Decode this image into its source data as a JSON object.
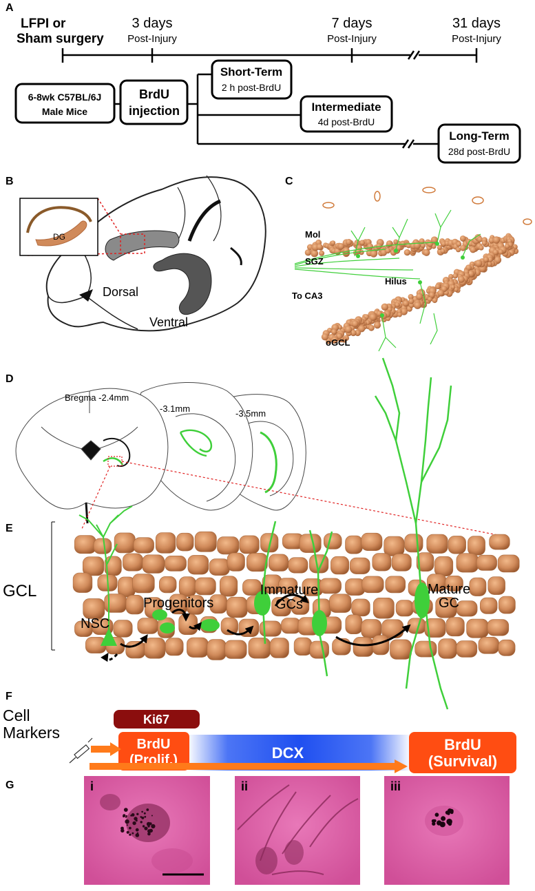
{
  "panels": {
    "a": "A",
    "b": "B",
    "c": "C",
    "d": "D",
    "e": "E",
    "f": "F",
    "g": "G"
  },
  "timeline": {
    "start_label_1": "LFPI or",
    "start_label_2": "Sham surgery",
    "day3": "3 days",
    "day3_sub": "Post-Injury",
    "day7": "7 days",
    "day7_sub": "Post-Injury",
    "day31": "31 days",
    "day31_sub": "Post-Injury",
    "mice_1": "6-8wk C57BL/6J",
    "mice_2": "Male Mice",
    "brdu_1": "BrdU",
    "brdu_2": "injection",
    "short": "Short-Term",
    "short_sub": "2 h post-BrdU",
    "intermediate": "Intermediate",
    "intermediate_sub": "4d post-BrdU",
    "long": "Long-Term",
    "long_sub": "28d post-BrdU"
  },
  "brain_b": {
    "dg": "DG",
    "dorsal": "Dorsal",
    "ventral": "Ventral"
  },
  "hippocampus_c": {
    "mol": "Mol",
    "sgz": "SGZ",
    "hilus": "Hilus",
    "ca3": "To CA3",
    "ogcl": "oGCL"
  },
  "sections_d": {
    "s1": "Bregma -2.4mm",
    "s2": "-3.1mm",
    "s3": "-3.5mm"
  },
  "gcl_e": {
    "gcl": "GCL",
    "nsc": "NSC",
    "progenitors": "Progenitors",
    "immature_1": "Immature",
    "immature_2": "GCs",
    "mature_1": "Mature",
    "mature_2": "GC"
  },
  "markers_f": {
    "cell_1": "Cell",
    "cell_2": "Markers",
    "ki67": "Ki67",
    "brdu_p1": "BrdU",
    "brdu_p2": "(Prolif.)",
    "dcx": "DCX",
    "brdu_s1": "BrdU",
    "brdu_s2": "(Survival)"
  },
  "images_g": {
    "i": "i",
    "ii": "ii",
    "iii": "iii"
  },
  "colors": {
    "neuron": "#3fcf3a",
    "cells": "#d08a5a",
    "ki67": "#8b0e0e",
    "brdu": "#ff4d12",
    "dcx": "#1f4ff0",
    "stain": "#e060a8"
  }
}
